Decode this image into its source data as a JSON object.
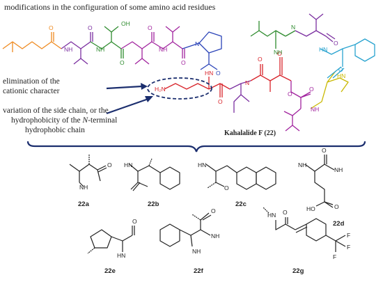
{
  "header": {
    "caption": "modifications in the configuration of some amino acid residues"
  },
  "annotations": {
    "elimination_line1": "elimination of the",
    "elimination_line2": "cationic character",
    "variation_line1": "variation of the side chain, or the",
    "variation_line2_pre": "hydrophobicity of the ",
    "variation_line2_italic": "N",
    "variation_line2_post": "-terminal",
    "variation_line3": "hydrophobic chain"
  },
  "compound_title": "Kahalalide F (22)",
  "atoms": {
    "nh": "NH",
    "hn": "HN",
    "h2n": "H₂N",
    "oh": "OH",
    "o": "O",
    "n": "N",
    "ho": "HO",
    "f": "F"
  },
  "analogs": [
    "22a",
    "22b",
    "22c",
    "22d",
    "22e",
    "22f",
    "22g"
  ],
  "colors": {
    "orange": "#ef8a1f",
    "purple": "#7b2fa0",
    "green": "#2e8b2e",
    "magenta": "#a1239e",
    "blue": "#2a43b8",
    "red": "#d8232a",
    "teal": "#0b8f8f",
    "cyan": "#29a3cf",
    "yellow": "#c9b800",
    "navy": "#1b2e6e"
  }
}
